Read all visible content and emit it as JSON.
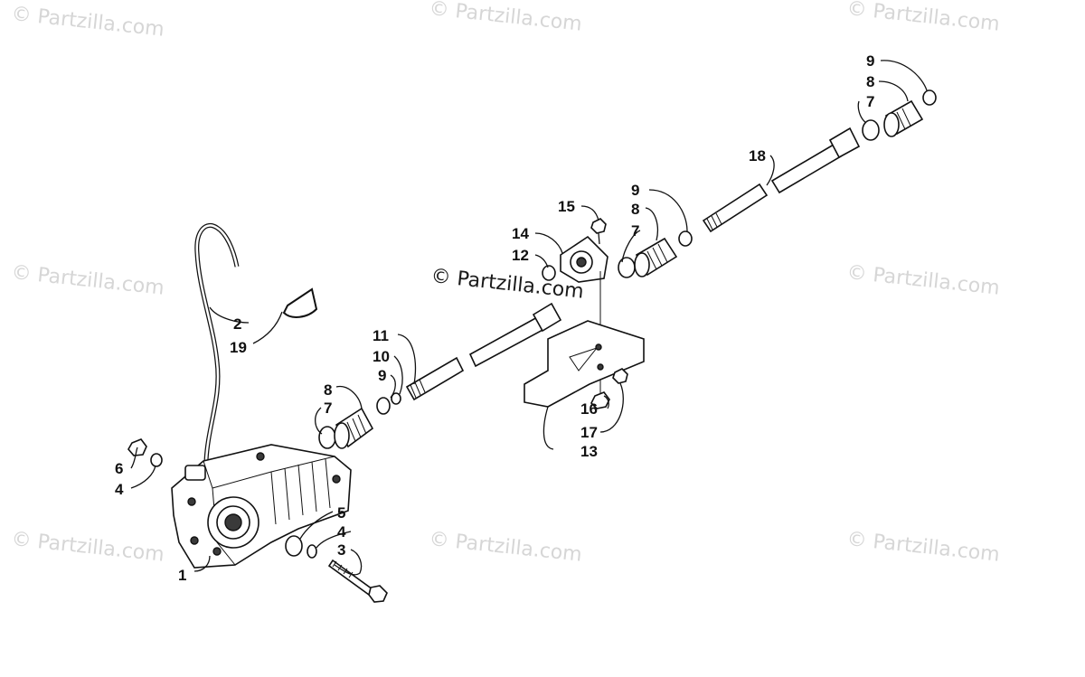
{
  "watermark": {
    "text": "© Partzilla.com"
  },
  "copyright": "© Partzilla.com",
  "callouts": {
    "c1": "1",
    "c2": "2",
    "c3": "3",
    "c4a": "4",
    "c4b": "4",
    "c5": "5",
    "c6": "6",
    "c7a": "7",
    "c7b": "7",
    "c7c": "7",
    "c8a": "8",
    "c8b": "8",
    "c8c": "8",
    "c9a": "9",
    "c9b": "9",
    "c9c": "9",
    "c10": "10",
    "c11": "11",
    "c12": "12",
    "c13": "13",
    "c14": "14",
    "c15": "15",
    "c16": "16",
    "c17": "17",
    "c18": "18",
    "c19": "19"
  }
}
